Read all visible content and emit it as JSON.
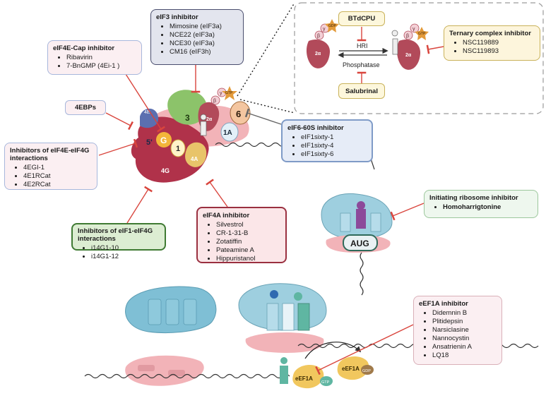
{
  "boxes": {
    "eif3": {
      "title": "eIF3 inhibitor",
      "items": [
        "Mimosine (eIF3a)",
        "NCE22 (eIF3a)",
        "NCE30 (eIF3a)",
        "CM16 (eIF3h)"
      ]
    },
    "cap": {
      "title": "eIF4E-Cap inhibitor",
      "items": [
        "Ribavirin",
        "7-BnGMP (4Ei-1 )"
      ]
    },
    "bp4e": {
      "title": "4EBPs"
    },
    "e4g": {
      "title": "Inhibitors of eIF4E-eIF4G interactions",
      "items": [
        "4EGI-1",
        "4E1RCat",
        "4E2RCat"
      ]
    },
    "e1e4g": {
      "title": "Inhibitors of eIF1-eIF4G interactions",
      "items": [
        "i14G1-10",
        "i14G1-12"
      ]
    },
    "e4a": {
      "title": "eIF4A inhibitor",
      "items": [
        "Silvestrol",
        "CR-1-31-B",
        "Zotatiffin",
        "Pateamine A",
        "Hippuristanol"
      ]
    },
    "e6": {
      "title": "eIF6-60S inhibitor",
      "items": [
        "eIF1sixty-1",
        "eIF1sixty-4",
        "eIF1sixty-6"
      ]
    },
    "ternary": {
      "title": "Ternary complex inhibitor",
      "items": [
        "NSC119889",
        "NSC119893"
      ]
    },
    "initiating": {
      "title": "Initiating ribosome inhibitor",
      "items": [
        "Homoharrigtonine"
      ]
    },
    "eef1a": {
      "title": "eEF1A inhibitor",
      "items": [
        "Didemnin B",
        "Plitidepsin",
        "Narsiclasine",
        "Nannocystin",
        "Ansatrienin A",
        "LQ18"
      ]
    }
  },
  "pills": {
    "btdcpu": "BTdCPU",
    "salubrinal": "Salubrinal"
  },
  "labels": {
    "hri": "HRI",
    "phosphatase": "Phosphatase",
    "aug": "AUG",
    "gdp": "GDP",
    "gtp": "GTP",
    "alpha": "α",
    "beta": "β",
    "gamma": "γ",
    "two_a": "2α",
    "three": "3",
    "six": "6",
    "one_a": "1A",
    "one": "1",
    "g": "G",
    "four_e": "4E",
    "five_p": "5'",
    "four_g": "4G",
    "four_a": "4A",
    "eef1a": "eEF1A"
  },
  "colors": {
    "inhibit_line": "#d9453d",
    "eif2_alpha": "#b24a5a",
    "eif3": "#8cc36a",
    "eif4g": "#b0324a",
    "eif4e": "#5b6fb0",
    "gtp_star": "#e39a3a",
    "ribosome": "#9ecfdf",
    "mrna_pink": "#f2b3b8",
    "eef1a": "#f1c75e"
  }
}
